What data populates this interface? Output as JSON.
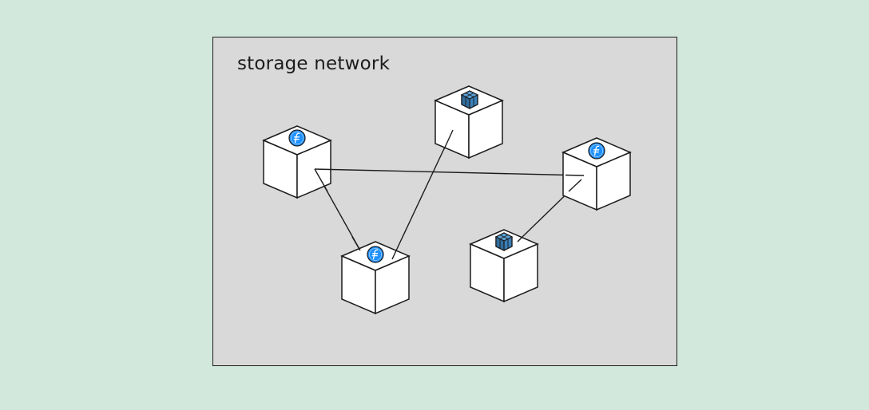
{
  "title": "storage network",
  "colors": {
    "background": "#d3e8dd",
    "panel": "#d9d9d9",
    "node_face": "#ffffff",
    "stroke": "#1c1c1c",
    "filecoin_blue": "#1e90ff",
    "box_blue": "#4a90c8"
  },
  "nodes": [
    {
      "id": "n1",
      "icon": "filecoin-icon"
    },
    {
      "id": "n2",
      "icon": "cube-icon"
    },
    {
      "id": "n3",
      "icon": "filecoin-icon"
    },
    {
      "id": "n4",
      "icon": "filecoin-icon"
    },
    {
      "id": "n5",
      "icon": "cube-icon"
    }
  ],
  "connections": [
    [
      "n1",
      "n4"
    ],
    [
      "n1",
      "n3"
    ],
    [
      "n2",
      "n4"
    ],
    [
      "n3",
      "n5"
    ]
  ]
}
